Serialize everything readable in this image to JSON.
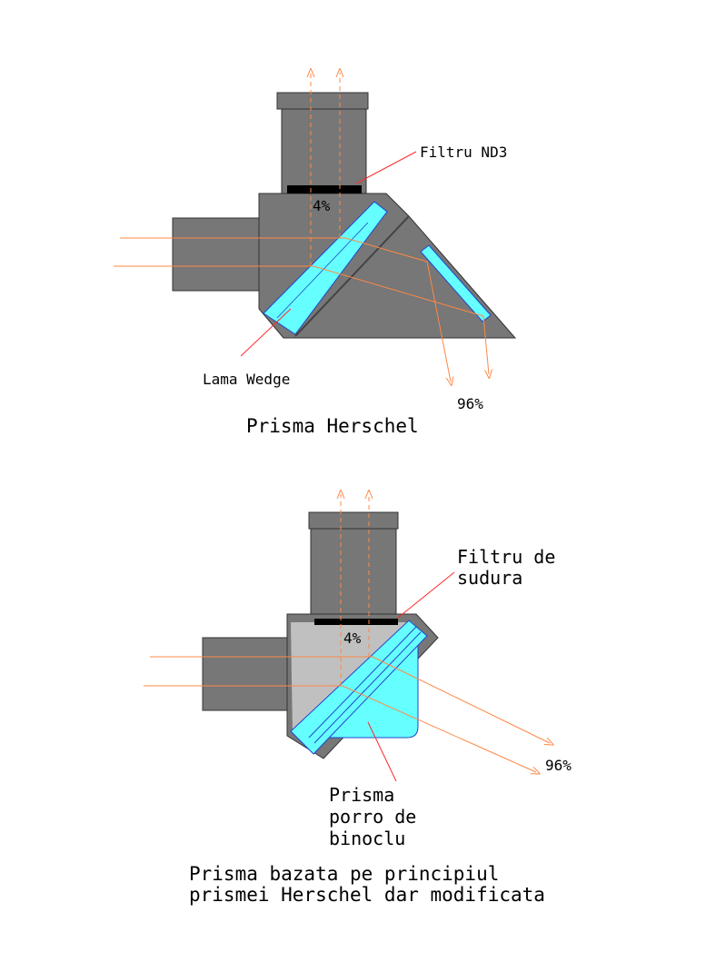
{
  "top": {
    "filter_label": "Filtru ND3",
    "pct_up": "4%",
    "wedge_label": "Lama Wedge",
    "pct_side": "96%",
    "caption": "Prisma Herschel"
  },
  "bottom": {
    "filter_label": [
      "Filtru de",
      "sudura"
    ],
    "pct_up": "4%",
    "pct_side": "96%",
    "prism_label": [
      "Prisma",
      "porro de",
      "binoclu"
    ],
    "caption": [
      "Prisma bazata pe principiul",
      "prismei Herschel dar modificata"
    ]
  },
  "colors": {
    "housing": "#777777",
    "light_gray": "#c0c0c0",
    "glass": "#66ffff",
    "glass_light": "#99ffff",
    "ray": "#ff8844",
    "leader": "#ff2a2a",
    "filter": "#000000"
  }
}
